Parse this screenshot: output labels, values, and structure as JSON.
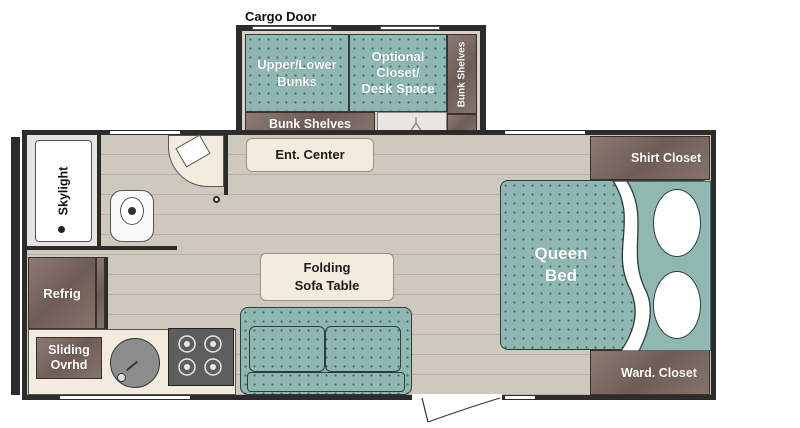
{
  "labels": {
    "cargo_door": "Cargo Door",
    "upper_lower_bunks": "Upper/Lower\nBunks",
    "optional_closet": "Optional\nCloset/\nDesk Space",
    "bunk_shelves_side": "Bunk Shelves",
    "bunk_shelves": "Bunk Shelves",
    "ent_center": "Ent. Center",
    "skylight": "Skylight",
    "shirt_closet": "Shirt Closet",
    "queen_bed": "Queen\nBed",
    "folding_sofa_table": "Folding\nSofa Table",
    "refrig": "Refrig",
    "sliding_ovrhd": "Sliding\nOvrhd",
    "ward_closet": "Ward. Closet"
  },
  "colors": {
    "floor": "#c9c1b8",
    "upholstery": "#8fb8b3",
    "wood": "#7a6860",
    "wall": "#2c2c2c",
    "counter": "#f3ebdd"
  }
}
